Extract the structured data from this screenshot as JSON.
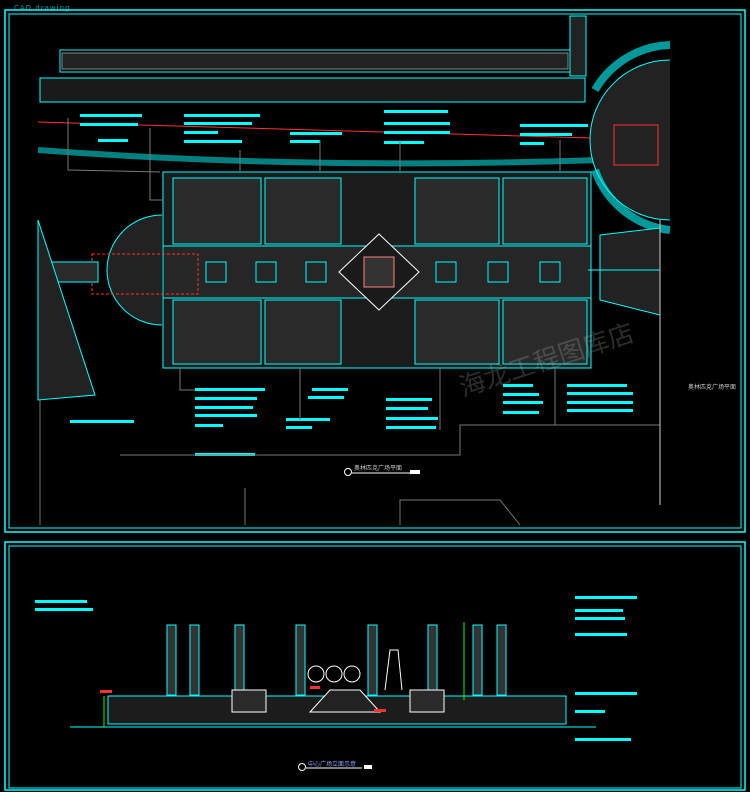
{
  "header": {
    "title": "CAD drawing"
  },
  "plan": {
    "title": "奥林匹克广场平面",
    "side_label": "奥林匹克广场平面"
  },
  "elevation": {
    "title": "中心广场立面示意"
  },
  "watermark": "海龙工程图库店",
  "colors": {
    "frame": "#00ffff",
    "line": "#ffffff",
    "red": "#ff3030",
    "grey": "#808080"
  }
}
